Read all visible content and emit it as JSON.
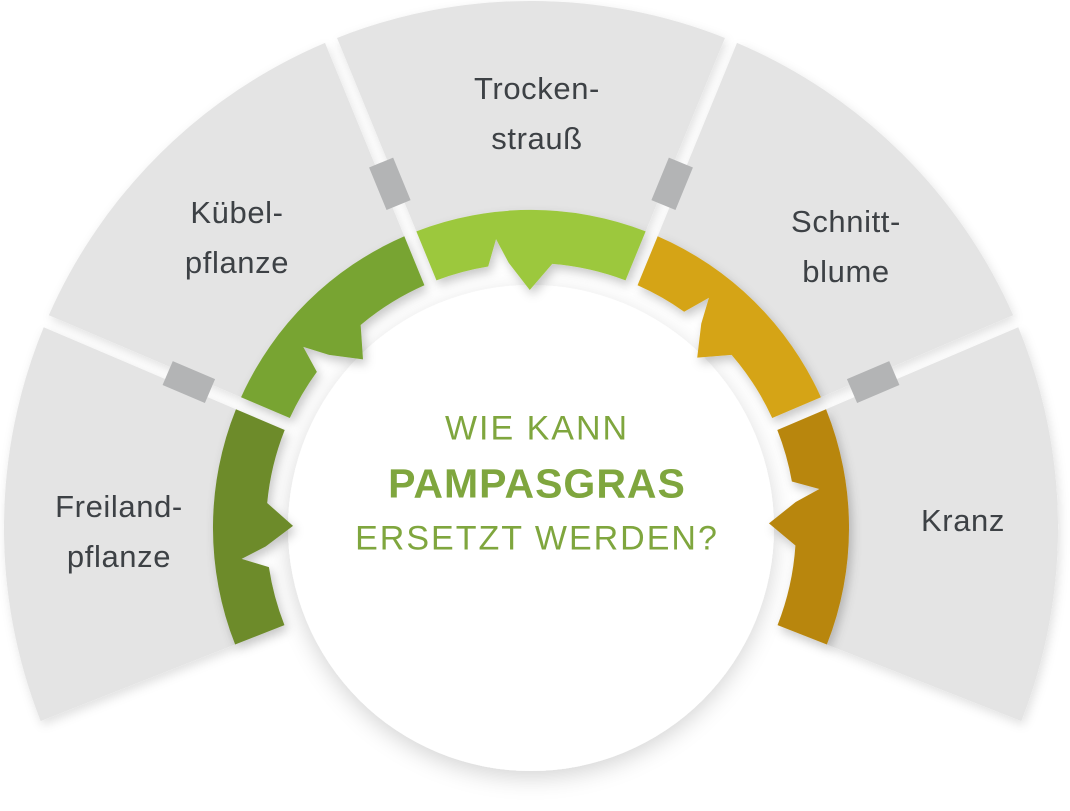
{
  "diagram": {
    "center": {
      "line1": "WIE KANN",
      "line2": "PAMPASGRAS",
      "line3": "ERSETZT WERDEN?"
    },
    "segments": [
      {
        "id": "freilandpflanze",
        "lines": [
          "Freiland-",
          "pflanze"
        ],
        "color": "#6d8b2c"
      },
      {
        "id": "kuebelpflanze",
        "lines": [
          "Kübel-",
          "pflanze"
        ],
        "color": "#78a433"
      },
      {
        "id": "trockenstrauss",
        "lines": [
          "Trocken-",
          "strauß"
        ],
        "color": "#9cc83e"
      },
      {
        "id": "schnittblume",
        "lines": [
          "Schnitt-",
          "blume"
        ],
        "color": "#d5a414"
      },
      {
        "id": "kranz",
        "lines": [
          "Kranz"
        ],
        "color": "#b8860e"
      }
    ],
    "colors": {
      "wedge_fill": "#e4e4e4",
      "gap_connector": "#b3b4b5",
      "center_circle": "#ffffff",
      "center_text": "#7fa63e",
      "label_text": "#3d4145",
      "background": "#ffffff"
    }
  }
}
